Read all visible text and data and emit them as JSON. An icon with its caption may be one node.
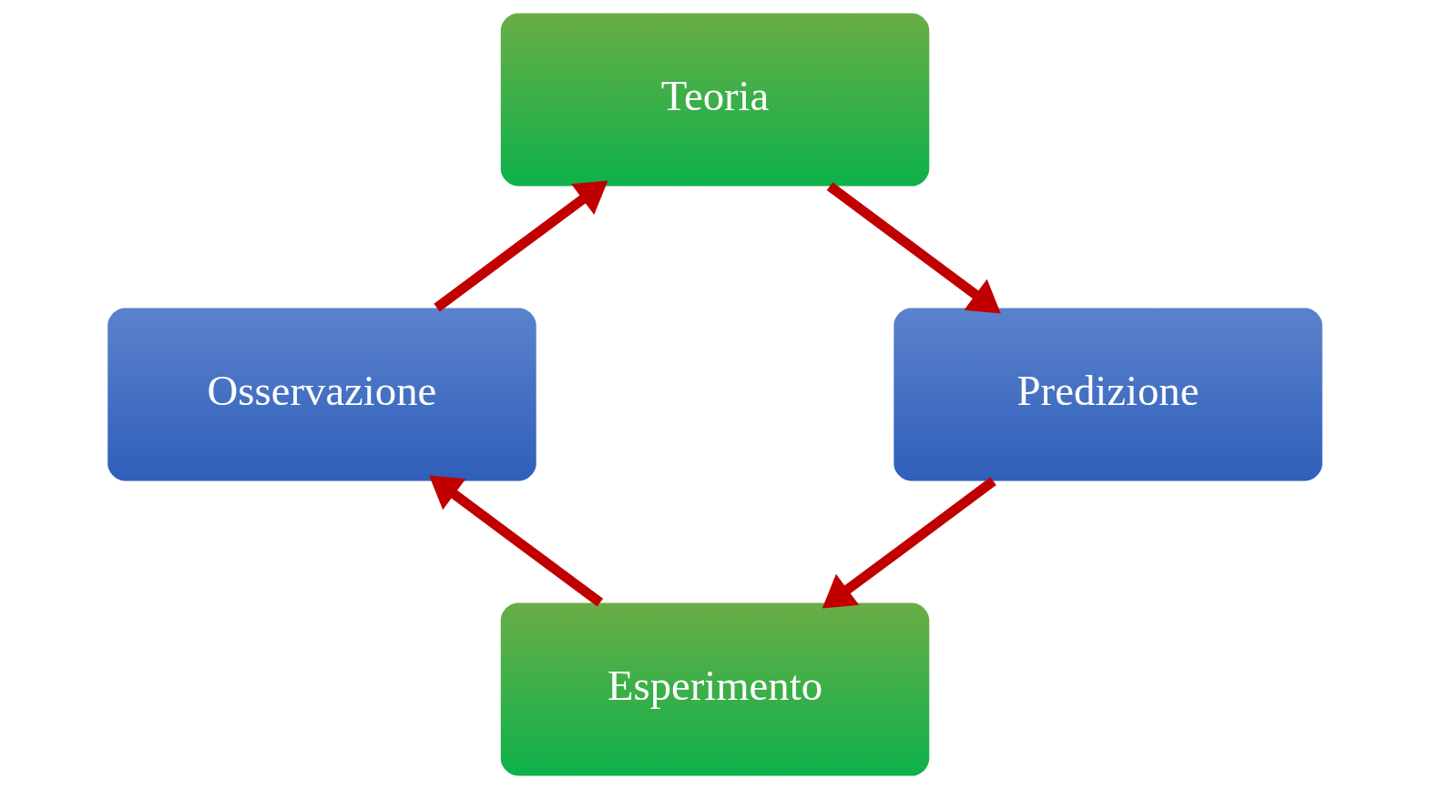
{
  "diagram": {
    "nodes": [
      {
        "text": [
          "Teoria"
        ]
      },
      {
        "text": [
          "Osservazione"
        ]
      },
      {
        "text": [
          "Predizione"
        ]
      },
      {
        "text": [
          "Esperimento"
        ]
      }
    ],
    "edges": [
      {
        "from": 0,
        "to": 2,
        "arrow": "to"
      },
      {
        "from": 2,
        "to": 3,
        "arrow": "to"
      },
      {
        "from": 3,
        "to": 1,
        "arrow": "to"
      },
      {
        "from": 1,
        "to": 0,
        "arrow": "to"
      }
    ]
  }
}
